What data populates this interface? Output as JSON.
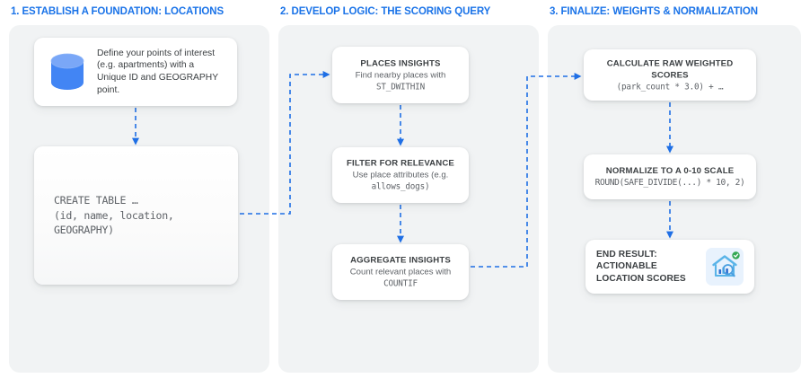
{
  "columns": [
    {
      "title": "1. ESTABLISH A FOUNDATION: LOCATIONS"
    },
    {
      "title": "2. DEVELOP LOGIC: THE SCORING QUERY"
    },
    {
      "title": "3. FINALIZE: WEIGHTS & NORMALIZATION"
    }
  ],
  "cards": {
    "define": {
      "icon": "database-cylinder-icon",
      "text": "Define your points of interest (e.g. apartments) with a Unique ID and GEOGRAPHY point."
    },
    "create_table": {
      "code": "CREATE TABLE …\n(id, name, location,\nGEOGRAPHY)"
    },
    "places_insights": {
      "title": "PLACES INSIGHTS",
      "sub": "Find nearby places with",
      "code": "ST_DWITHIN"
    },
    "filter_relevance": {
      "title": "FILTER FOR RELEVANCE",
      "sub": "Use place attributes (e.g.",
      "code": "allows_dogs)"
    },
    "aggregate_insights": {
      "title": "AGGREGATE INSIGHTS",
      "sub": "Count relevant places with",
      "code": "COUNTIF"
    },
    "calculate_scores": {
      "title": "CALCULATE RAW WEIGHTED SCORES",
      "code": "(park_count * 3.0) + …"
    },
    "normalize": {
      "title": "NORMALIZE TO A 0-10 SCALE",
      "code": "ROUND(SAFE_DIVIDE(...) * 10, 2)"
    },
    "end_result": {
      "text": "END RESULT: ACTIONABLE LOCATION SCORES",
      "icon": "house-analytics-check-icon"
    }
  },
  "colors": {
    "accent": "#1a73e8",
    "connector": "#1f6fe5",
    "panel_bg": "#f1f3f4",
    "card_bg": "#ffffff",
    "title_text": "#3c4043",
    "body_text": "#5f6368",
    "db_icon": "#4285f4",
    "end_icon_bg": "#e8f2fd",
    "check_badge": "#34a853"
  },
  "flow": {
    "edges": [
      "define -> create_table",
      "create_table -> places_insights",
      "places_insights -> filter_relevance",
      "filter_relevance -> aggregate_insights",
      "aggregate_insights -> calculate_scores",
      "calculate_scores -> normalize",
      "normalize -> end_result"
    ],
    "style": "dashed"
  }
}
